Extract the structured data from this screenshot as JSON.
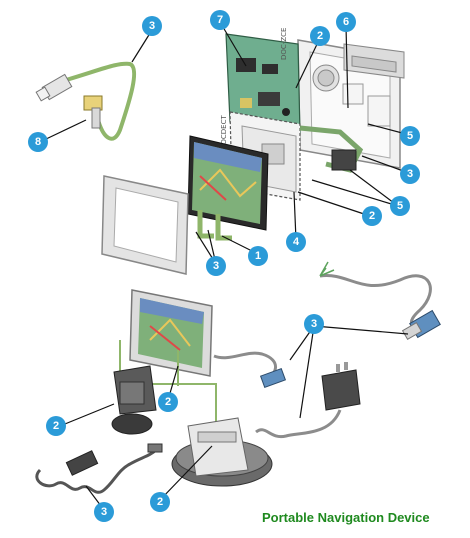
{
  "caption": "Portable Navigation Device",
  "colors": {
    "callout": "#2b9bd8",
    "pcb": "#6fae8f",
    "cable_green": "#8fb66a",
    "leader": "#111111",
    "caption": "#1f8a1f"
  },
  "callouts": [
    {
      "id": "c7",
      "text": "7"
    },
    {
      "id": "c3a",
      "text": "3"
    },
    {
      "id": "c2a",
      "text": "2"
    },
    {
      "id": "c6",
      "text": "6"
    },
    {
      "id": "c8",
      "text": "8"
    },
    {
      "id": "c5a",
      "text": "5"
    },
    {
      "id": "c3b",
      "text": "3"
    },
    {
      "id": "c5b",
      "text": "5"
    },
    {
      "id": "c2b",
      "text": "2"
    },
    {
      "id": "c4",
      "text": "4"
    },
    {
      "id": "c1",
      "text": "1"
    },
    {
      "id": "c3c",
      "text": "3"
    },
    {
      "id": "c3d",
      "text": "3"
    },
    {
      "id": "c2c",
      "text": "2"
    },
    {
      "id": "c2d",
      "text": "2"
    },
    {
      "id": "c3e",
      "text": "3"
    },
    {
      "id": "c2e",
      "text": "2"
    }
  ],
  "board_labels": {
    "upper": "DOC-ZCE",
    "lower": "DOCDECT"
  }
}
